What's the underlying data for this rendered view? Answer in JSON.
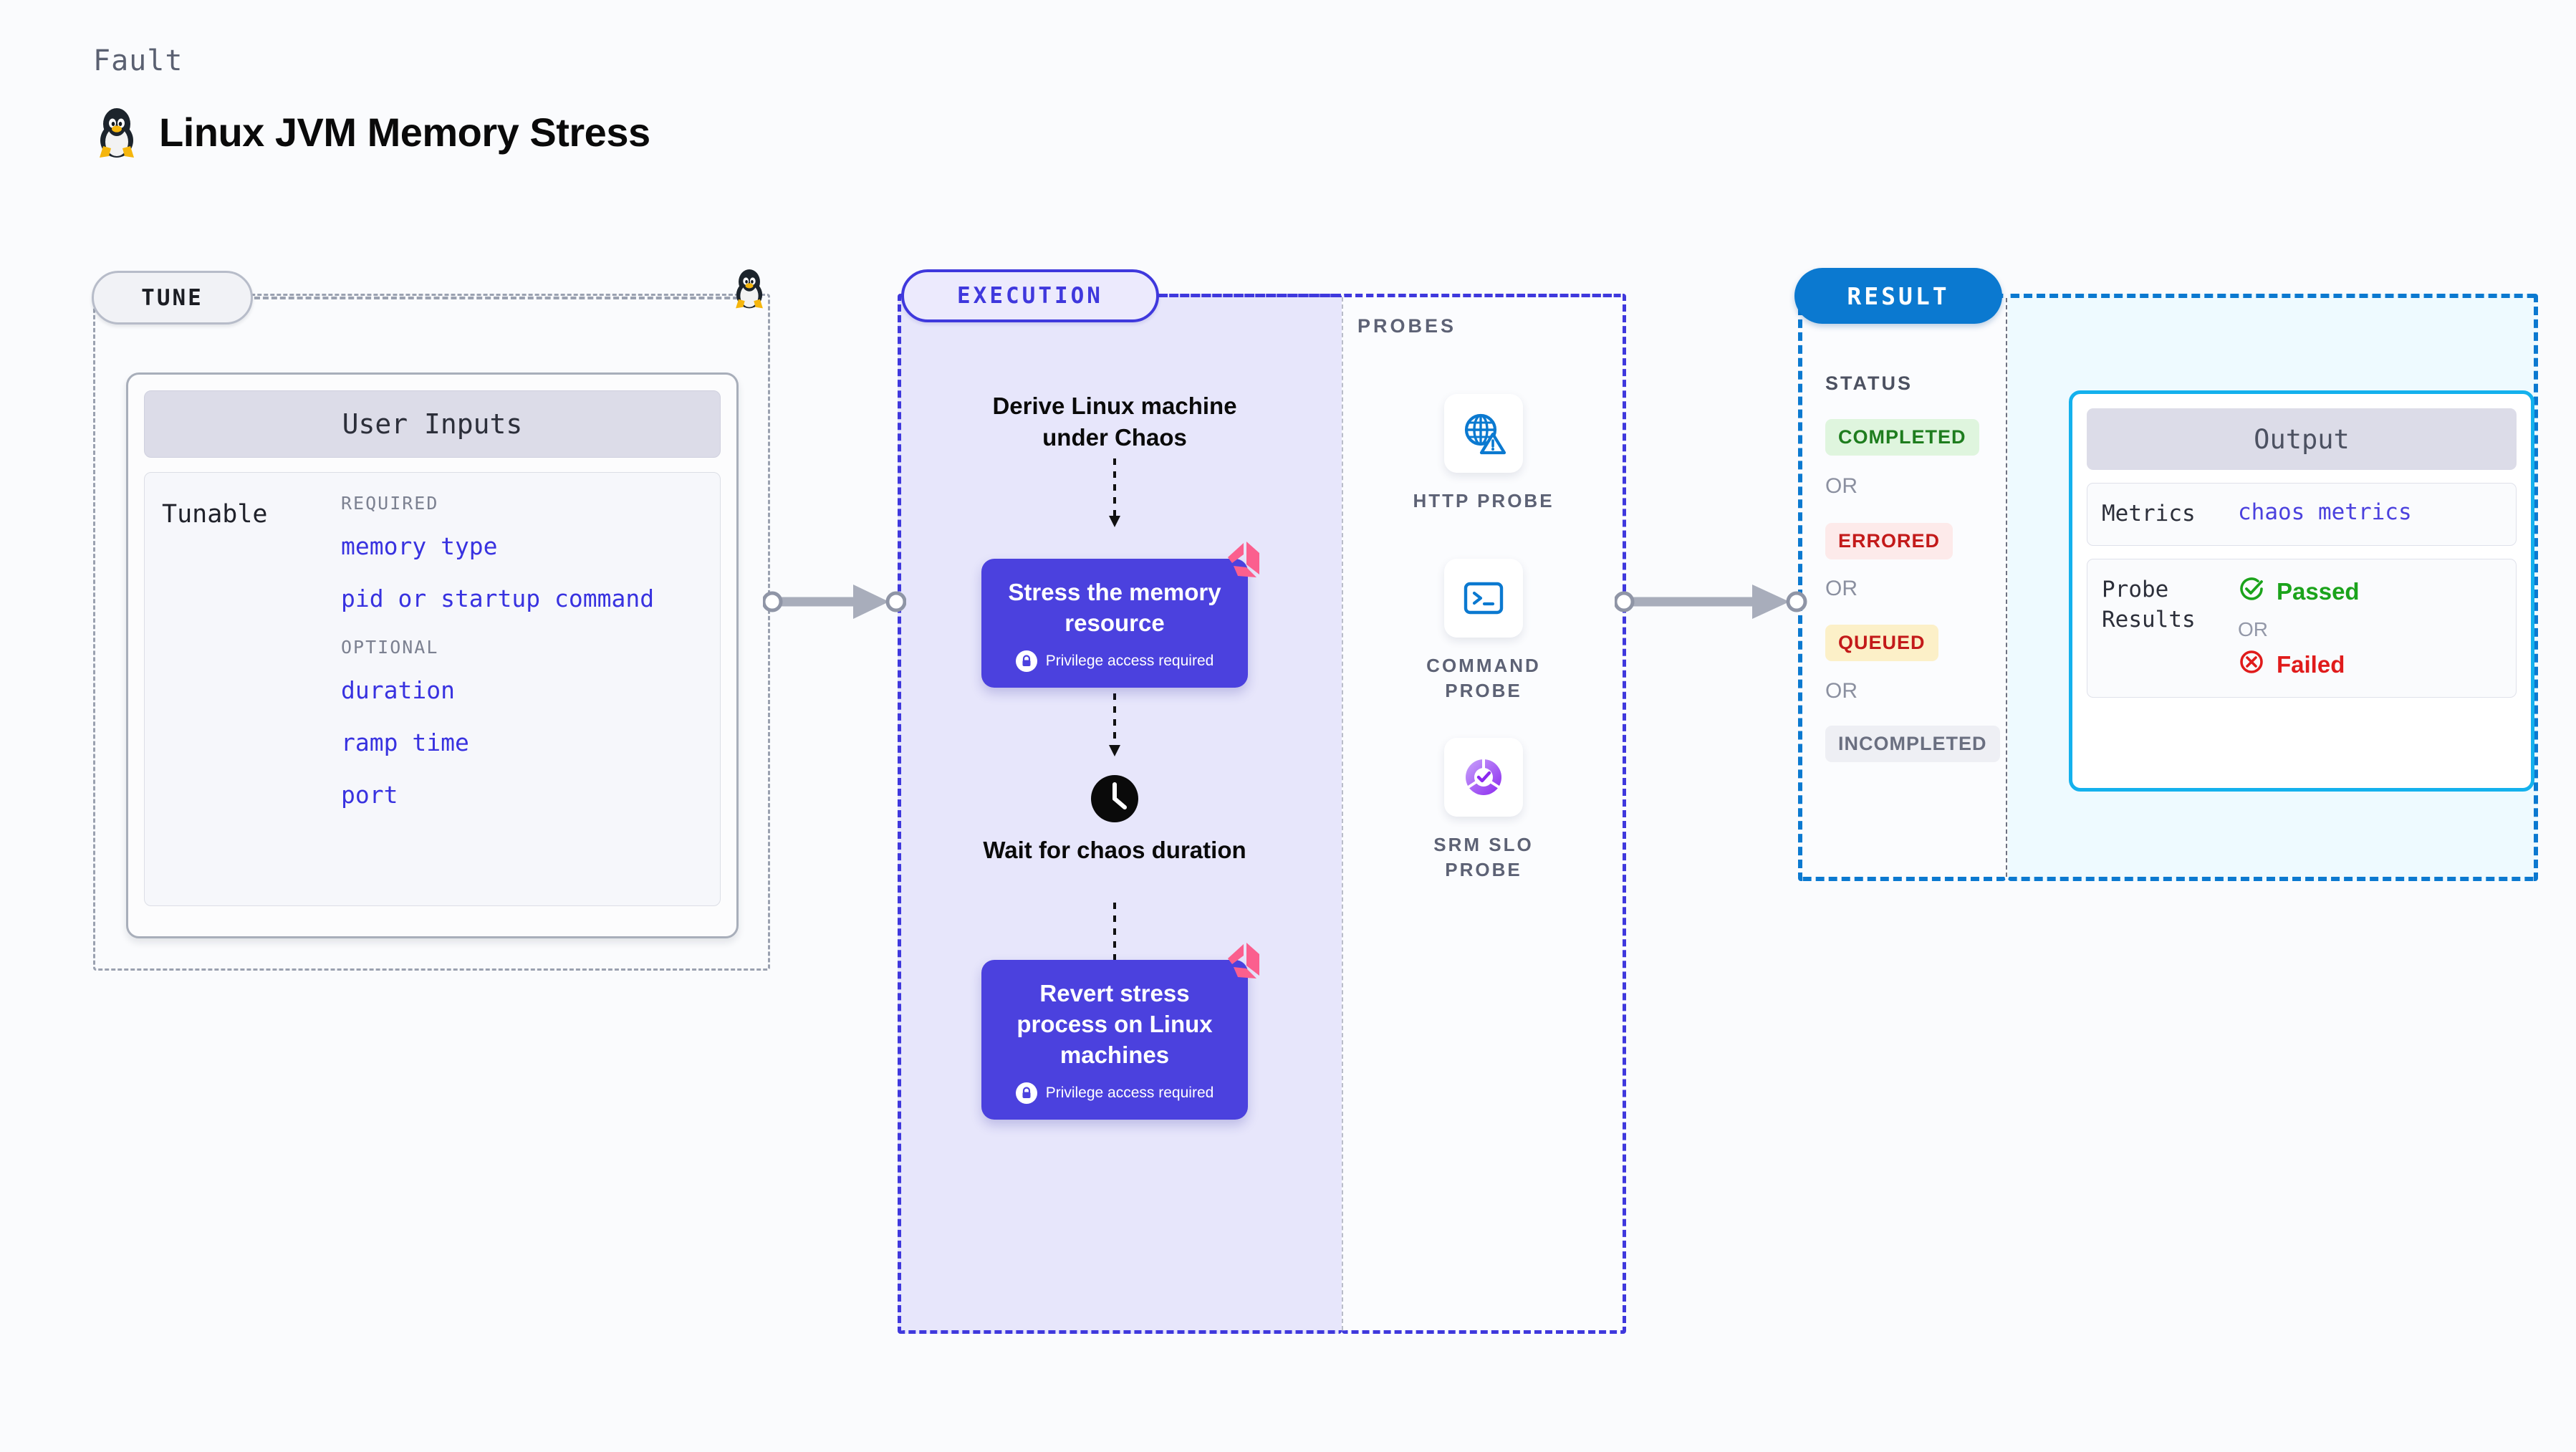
{
  "header": {
    "eyebrow": "Fault",
    "title": "Linux JVM Memory Stress",
    "icon": "tux-penguin-icon"
  },
  "tune": {
    "pill_label": "TUNE",
    "card_header": "User Inputs",
    "tunable_label": "Tunable",
    "groups": [
      {
        "label": "REQUIRED",
        "items": [
          "memory type",
          "pid or startup command"
        ]
      },
      {
        "label": "OPTIONAL",
        "items": [
          "duration",
          "ramp time",
          "port"
        ]
      }
    ]
  },
  "execution": {
    "pill_label": "EXECUTION",
    "steps": [
      {
        "type": "text",
        "label": "Derive Linux machine under Chaos"
      },
      {
        "type": "card",
        "label": "Stress the memory resource",
        "note": "Privilege access required",
        "badge": "litmus-chaos-mark"
      },
      {
        "type": "wait",
        "label": "Wait for chaos duration",
        "icon": "clock-icon"
      },
      {
        "type": "card",
        "label": "Revert stress process on Linux machines",
        "note": "Privilege access required",
        "badge": "litmus-chaos-mark"
      }
    ]
  },
  "probes": {
    "section_label": "PROBES",
    "items": [
      {
        "name": "HTTP PROBE",
        "icon": "globe-warning-icon"
      },
      {
        "name": "COMMAND PROBE",
        "icon": "terminal-icon"
      },
      {
        "name": "SRM SLO PROBE",
        "icon": "slo-donut-check-icon"
      }
    ]
  },
  "result": {
    "pill_label": "RESULT",
    "status_label": "STATUS",
    "or_label": "OR",
    "statuses": [
      {
        "label": "COMPLETED",
        "color": "#1e7d1e",
        "bg": "#dff5de"
      },
      {
        "label": "ERRORED",
        "color": "#c31a1a",
        "bg": "#fdeaea"
      },
      {
        "label": "QUEUED",
        "color": "#c31a1a",
        "bg": "#fcf0c8"
      },
      {
        "label": "INCOMPLETED",
        "color": "#6a6f80",
        "bg": "#eeeff4"
      }
    ]
  },
  "output": {
    "card_header": "Output",
    "metrics_label": "Metrics",
    "metrics_value": "chaos metrics",
    "probe_results_label": "Probe Results",
    "passed_label": "Passed",
    "failed_label": "Failed",
    "or_label": "OR"
  },
  "colors": {
    "accent_blue": "#4b41de",
    "result_blue": "#0b79d0",
    "output_cyan": "#14b1ed",
    "chaos_pink": "#fb5f8e",
    "pass_green": "#1ba31b",
    "fail_red": "#e01b1b"
  }
}
